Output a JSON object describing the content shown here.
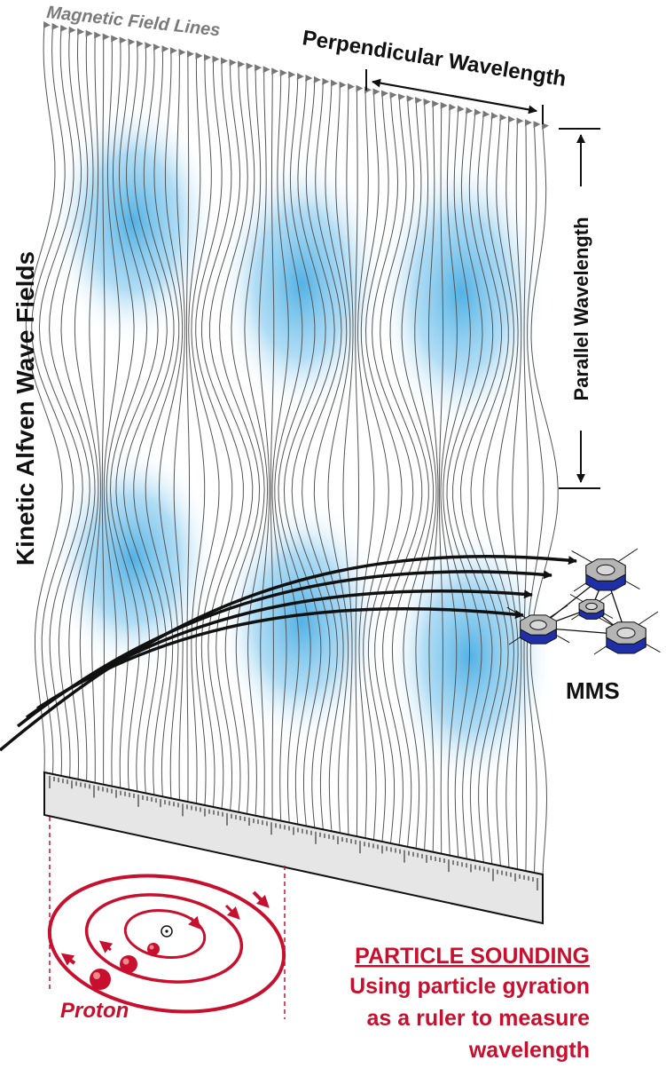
{
  "labels": {
    "field_lines": "Magnetic Field Lines",
    "perpendicular": "Perpendicular Wavelength",
    "parallel": "Parallel Wavelength",
    "vertical_title": "Kinetic Alfven Wave Fields",
    "spacecraft": "MMS",
    "proton": "Proton",
    "sounding_title": "PARTICLE SOUNDING",
    "sounding_line1": "Using particle gyration",
    "sounding_line2": "as a ruler to measure",
    "sounding_line3": "wavelength"
  },
  "colors": {
    "field_line": "#555555",
    "wave_blue": "#5ab4e6",
    "particle_red": "#c8102e",
    "spacecraft_blue": "#1f2fa8",
    "spacecraft_gray": "#b5b5b5",
    "ruler_fill": "#e6e6e6"
  }
}
